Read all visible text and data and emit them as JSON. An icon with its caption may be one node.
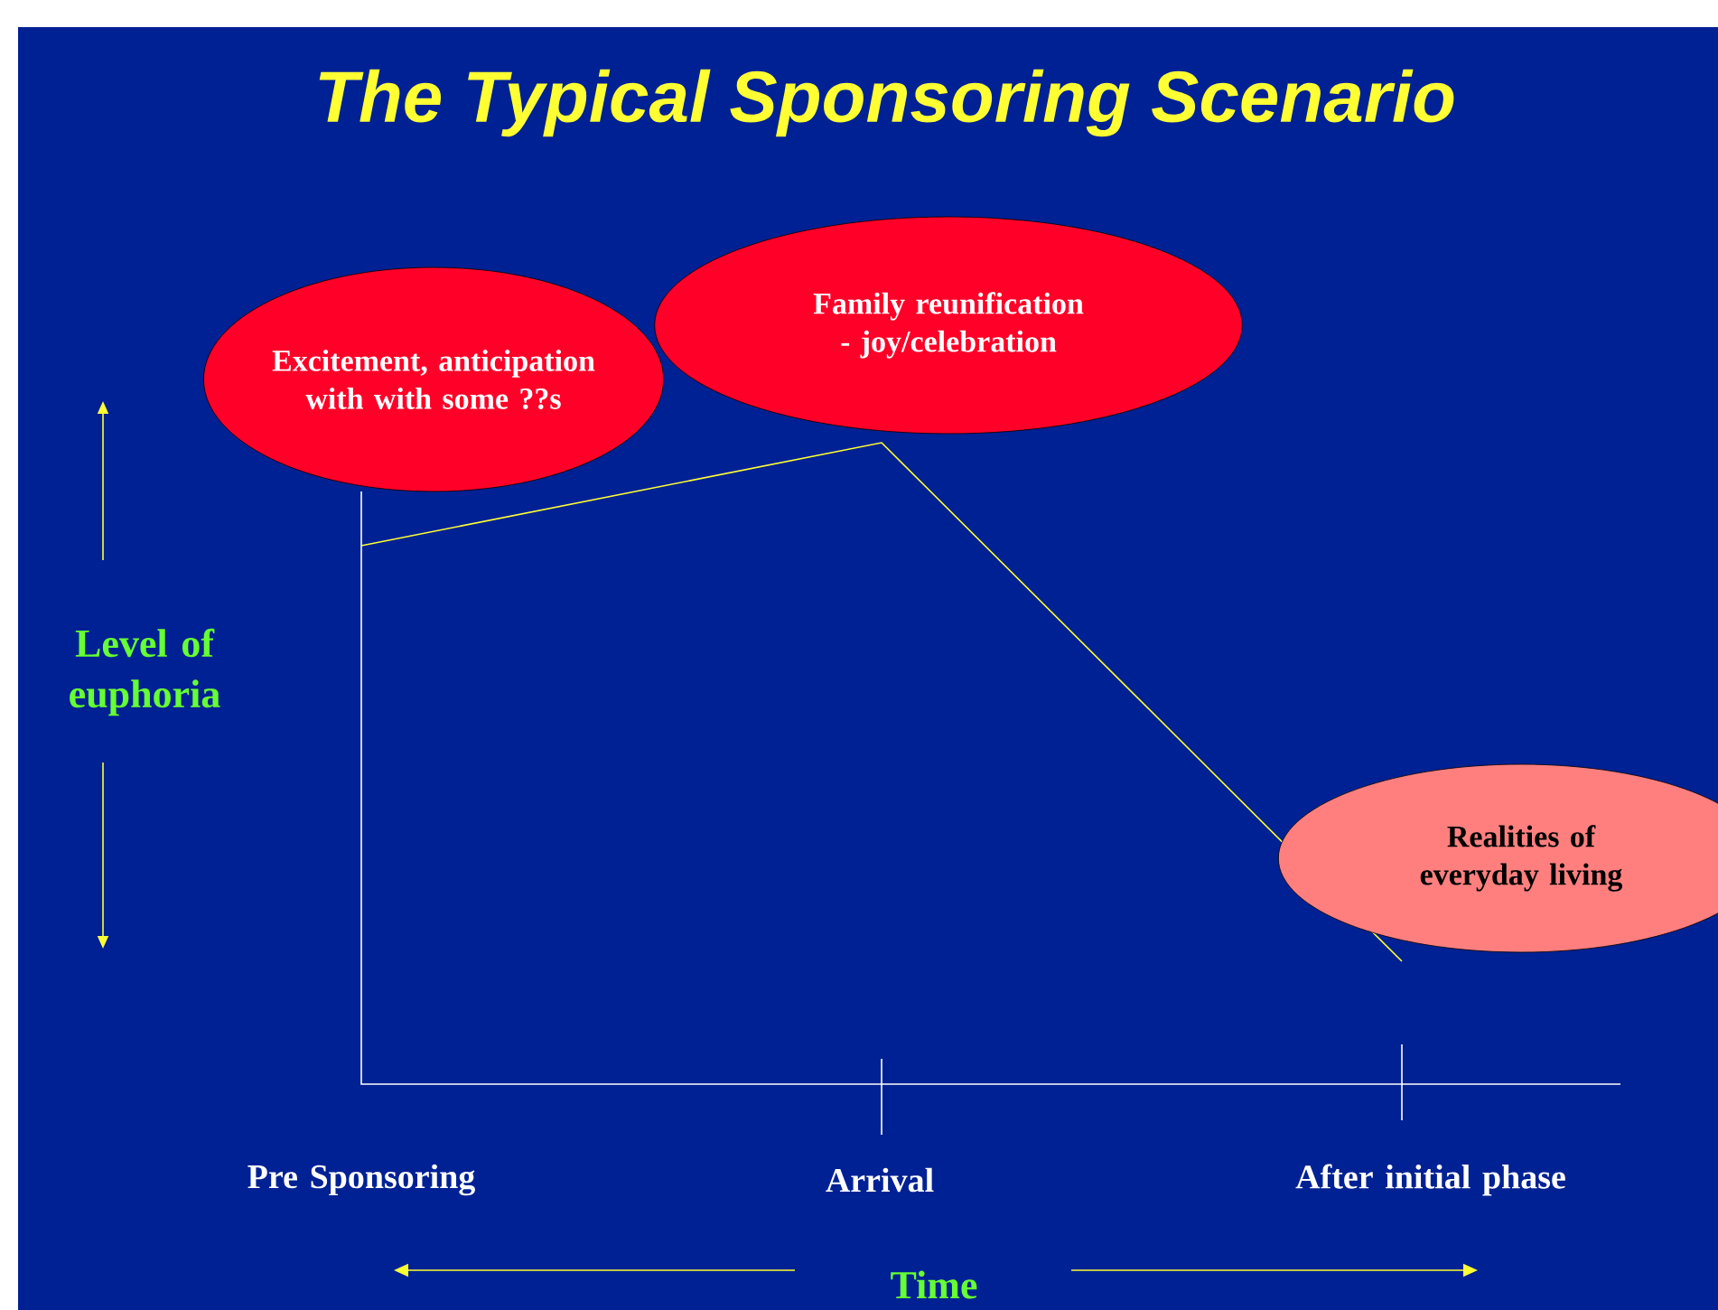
{
  "diagram": {
    "title": "The Typical Sponsoring Scenario",
    "nodes": [
      {
        "text": [
          "Excitement, anticipation with with some ??s"
        ]
      },
      {
        "text": [
          "Family reunification - joy/celebration"
        ]
      },
      {
        "text": [
          "Realities of everyday living"
        ]
      }
    ],
    "labels": [
      "Level of euphoria",
      "Pre Sponsoring",
      "Arrival",
      "After initial phase",
      "Time"
    ]
  }
}
